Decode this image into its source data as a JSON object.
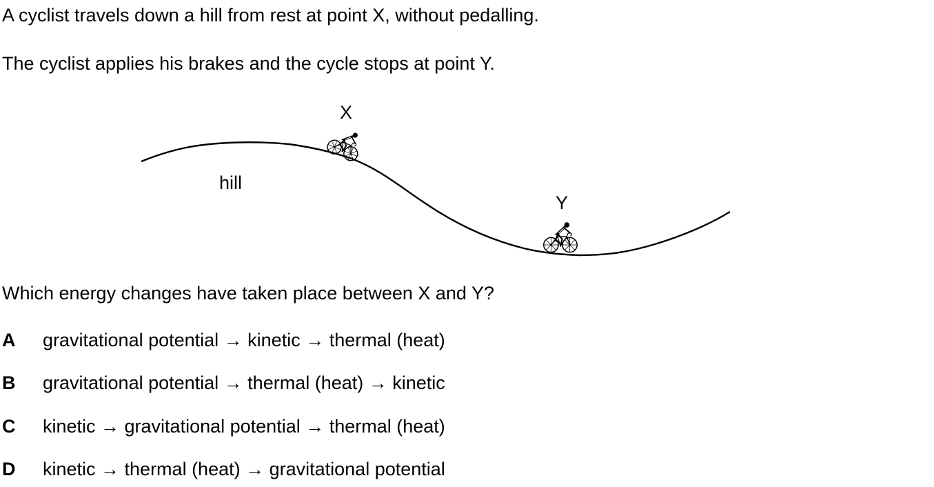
{
  "intro": {
    "line1": "A cyclist travels down a hill from rest at point X, without pedalling.",
    "line2": "The cyclist applies his brakes and the cycle stops at point Y."
  },
  "diagram": {
    "label_x": "X",
    "label_y": "Y",
    "label_hill": "hill",
    "cyclist_icon": "cyclist-icon",
    "line_color": "#000000"
  },
  "question": "Which energy changes have taken place between X and Y?",
  "options": [
    {
      "letter": "A",
      "text": "gravitational potential → kinetic → thermal (heat)"
    },
    {
      "letter": "B",
      "text": "gravitational potential → thermal (heat) → kinetic"
    },
    {
      "letter": "C",
      "text": "kinetic → gravitational potential → thermal (heat)"
    },
    {
      "letter": "D",
      "text": "kinetic → thermal (heat) → gravitational potential"
    }
  ]
}
